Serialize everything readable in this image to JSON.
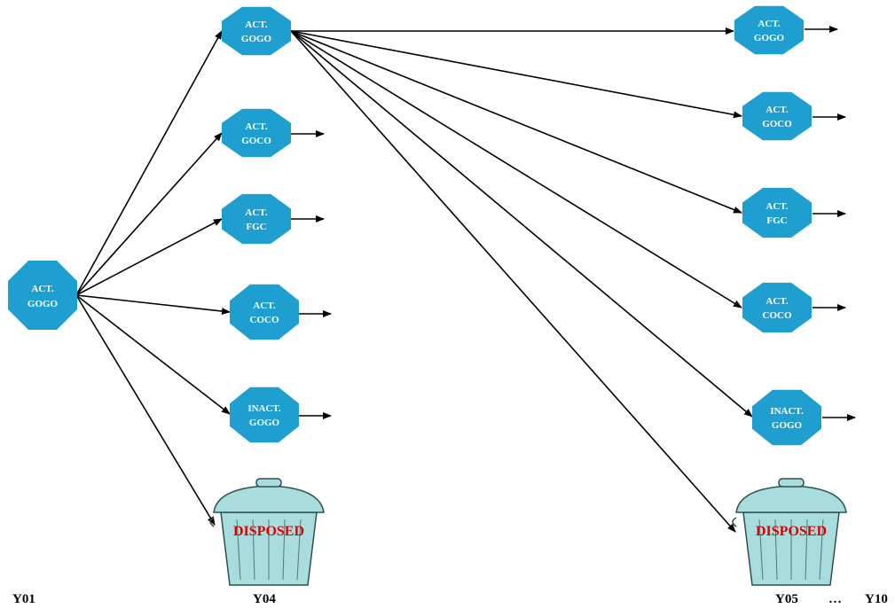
{
  "colors": {
    "node_fill": "#1f9fd0",
    "node_text": "#ffffff",
    "edge": "#000000",
    "disposed_text": "#e00000",
    "bin_body": "#a9dcdc",
    "bin_outline": "#2f4f4f"
  },
  "nodes": {
    "root": {
      "line1": "ACT.",
      "line2": "GOGO"
    },
    "y04_act_gogo": {
      "line1": "ACT.",
      "line2": "GOGO"
    },
    "y04_act_goco": {
      "line1": "ACT.",
      "line2": "GOCO"
    },
    "y04_act_fgc": {
      "line1": "ACT.",
      "line2": "FGC"
    },
    "y04_act_coco": {
      "line1": "ACT.",
      "line2": "COCO"
    },
    "y04_inact_gogo": {
      "line1": "INACT.",
      "line2": "GOGO"
    },
    "y05_act_gogo": {
      "line1": "ACT.",
      "line2": "GOGO"
    },
    "y05_act_goco": {
      "line1": "ACT.",
      "line2": "GOCO"
    },
    "y05_act_fgc": {
      "line1": "ACT.",
      "line2": "FGC"
    },
    "y05_act_coco": {
      "line1": "ACT.",
      "line2": "COCO"
    },
    "y05_inact_gogo": {
      "line1": "INACT.",
      "line2": "GOGO"
    }
  },
  "disposed": {
    "y04": "DISPOSED",
    "y05": "DISPOSED"
  },
  "years": {
    "y01": "Y01",
    "y04": "Y04",
    "y05": "Y05",
    "ellipsis": "…",
    "y10": "Y10"
  }
}
